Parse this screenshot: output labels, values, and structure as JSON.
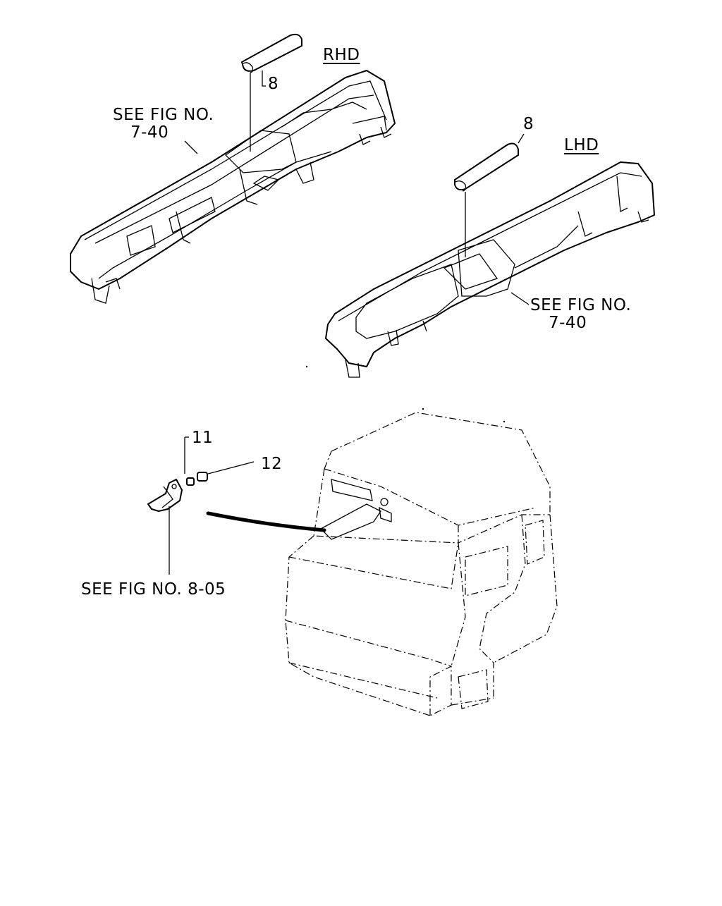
{
  "labels": {
    "rhd": "RHD",
    "lhd": "LHD",
    "rhd_part": "8",
    "lhd_part": "8",
    "rhd_see_line1": "SEE FIG NO.",
    "rhd_see_line2": "7-40",
    "lhd_see_line1": "SEE FIG NO.",
    "lhd_see_line2": "7-40",
    "part_11": "11",
    "part_12": "12",
    "cab_see": "SEE FIG NO. 8-05"
  }
}
